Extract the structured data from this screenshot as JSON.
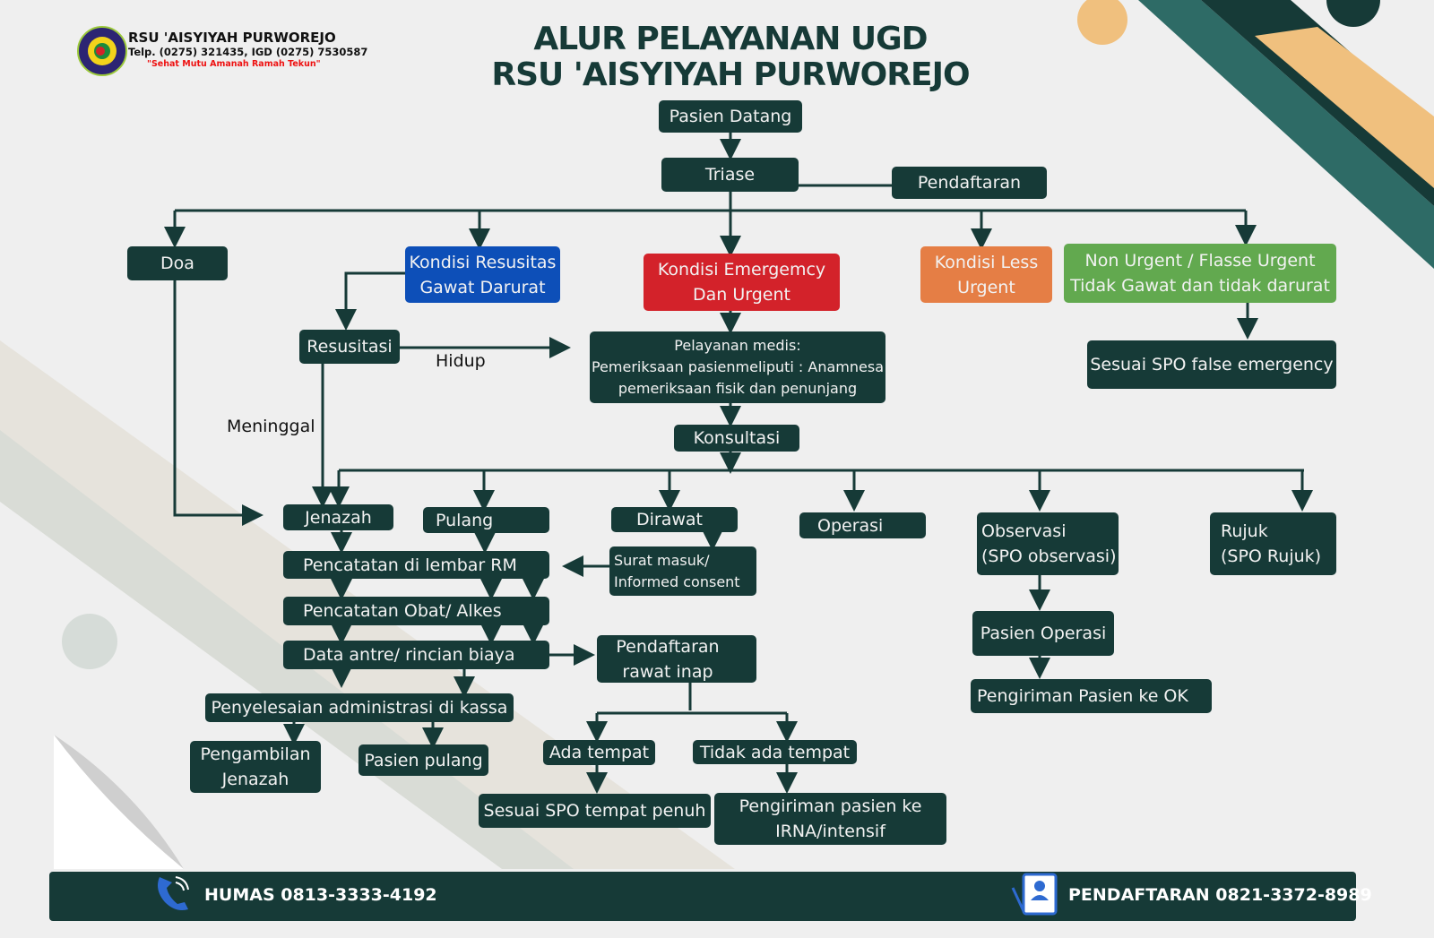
{
  "header": {
    "org_name": "RSU 'AISYIYAH PURWOREJO",
    "phone": "Telp. (0275) 321435, IGD (0275) 7530587",
    "motto": "\"Sehat Mutu Amanah Ramah Tekun\"",
    "title_line1": "ALUR PELAYANAN UGD",
    "title_line2": "RSU 'AISYIYAH PURWOREJO"
  },
  "nodes": {
    "pasien_datang": "Pasien Datang",
    "triase": "Triase",
    "pendaftaran": "Pendaftaran",
    "doa": "Doa",
    "kondisi_resusitas": "Kondisi Resusitas\nGawat Darurat",
    "kondisi_emergency": "Kondisi Emergemcy\nDan Urgent",
    "kondisi_less": "Kondisi Less\nUrgent",
    "non_urgent": "Non Urgent / Flasse Urgent\nTidak Gawat dan tidak darurat",
    "resusitasi": "Resusitasi",
    "pelayanan": "Pelayanan medis:\nPemeriksaan pasienmeliputi : Anamnesa\npemeriksaan fisik dan penunjang",
    "spo_false": "Sesuai SPO false emergency",
    "konsultasi": "Konsultasi",
    "jenazah": "Jenazah",
    "pulang": "Pulang",
    "dirawat": "Dirawat",
    "operasi": "Operasi",
    "observasi": "Observasi\n(SPO observasi)",
    "rujuk": "Rujuk\n(SPO Rujuk)",
    "surat_masuk": "Surat masuk/\nInformed consent",
    "pencatatan_rm": "Pencatatan di lembar RM",
    "pencatatan_obat": "Pencatatan Obat/ Alkes",
    "data_antre": "Data antre/ rincian biaya",
    "pendaftaran_rawat": "Pendaftaran\nrawat inap",
    "penyelesaian": "Penyelesaian administrasi di kassa",
    "pengambilan": "Pengambilan\nJenazah",
    "pasien_pulang": "Pasien pulang",
    "ada_tempat": "Ada tempat",
    "tidak_ada_tempat": "Tidak ada tempat",
    "spo_penuh": "Sesuai SPO tempat penuh",
    "pengiriman_irna": "Pengiriman pasien ke\nIRNA/intensif",
    "pasien_operasi": "Pasien Operasi",
    "pengiriman_ok": "Pengiriman Pasien ke OK"
  },
  "edge_labels": {
    "hidup": "Hidup",
    "meninggal": "Meninggal"
  },
  "footer": {
    "humas": "HUMAS 0813-3333-4192",
    "pendaftaran": "PENDAFTARAN 0821-3372-8989"
  },
  "colors": {
    "box": "#163a37",
    "blue": "#0d4fb8",
    "red": "#d3222a",
    "orange": "#e57e45",
    "green": "#62a94f"
  }
}
